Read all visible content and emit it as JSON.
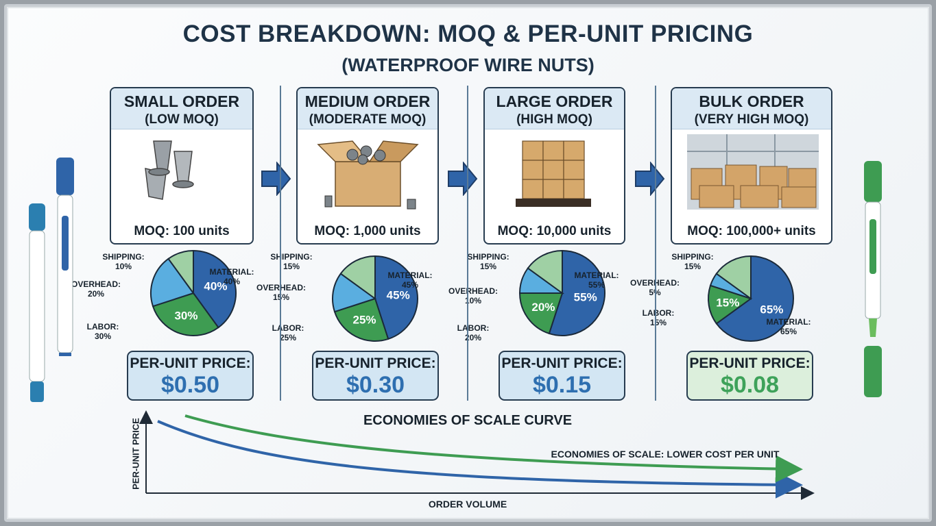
{
  "title": "COST BREAKDOWN: MOQ & PER-UNIT PRICING",
  "subtitle": "(WATERPROOF WIRE NUTS)",
  "colors": {
    "material": "#2f64a8",
    "labor": "#3e9c52",
    "overhead": "#5aaee0",
    "shipping": "#9fd0a4",
    "price_blue": "#2e6fb0",
    "price_green": "#3ea25a",
    "curve_blue": "#2f64a8",
    "curve_green": "#3e9c52"
  },
  "panels": [
    {
      "title": "SMALL ORDER",
      "subtitle": "(LOW MOQ)",
      "illustration": "wire-nuts",
      "moq": "MOQ: 100 units",
      "price_label": "PER-UNIT PRICE:",
      "price": "$0.50",
      "slices": [
        {
          "name": "MATERIAL",
          "value": 40,
          "label": "MATERIAL:",
          "pct": "40%"
        },
        {
          "name": "LABOR",
          "value": 30,
          "label": "LABOR:",
          "pct": "30%"
        },
        {
          "name": "OVERHEAD",
          "value": 20,
          "label": "OVERHEAD:",
          "pct": "20%"
        },
        {
          "name": "SHIPPING",
          "value": 10,
          "label": "SHIPPING:",
          "pct": "10%"
        }
      ]
    },
    {
      "title": "MEDIUM ORDER",
      "subtitle": "(MODERATE MOQ)",
      "illustration": "box",
      "moq": "MOQ: 1,000 units",
      "price_label": "PER-UNIT PRICE:",
      "price": "$0.30",
      "slices": [
        {
          "name": "MATERIAL",
          "value": 45,
          "label": "MATERIAL:",
          "pct": "45%"
        },
        {
          "name": "LABOR",
          "value": 25,
          "label": "LABOR:",
          "pct": "25%"
        },
        {
          "name": "OVERHEAD",
          "value": 15,
          "label": "OVERHEAD:",
          "pct": "15%"
        },
        {
          "name": "SHIPPING",
          "value": 15,
          "label": "SHIPPING:",
          "pct": "15%"
        }
      ]
    },
    {
      "title": "LARGE ORDER",
      "subtitle": "(HIGH MOQ)",
      "illustration": "pallet",
      "moq": "MOQ: 10,000 units",
      "price_label": "PER-UNIT PRICE:",
      "price": "$0.15",
      "slices": [
        {
          "name": "MATERIAL",
          "value": 55,
          "label": "MATERIAL:",
          "pct": "55%"
        },
        {
          "name": "LABOR",
          "value": 20,
          "label": "LABOR:",
          "pct": "20%"
        },
        {
          "name": "OVERHEAD",
          "value": 10,
          "label": "OVERHEAD:",
          "pct": "10%"
        },
        {
          "name": "SHIPPING",
          "value": 15,
          "label": "SHIPPING:",
          "pct": "15%"
        }
      ]
    },
    {
      "title": "BULK ORDER",
      "subtitle": "(VERY HIGH MOQ)",
      "illustration": "warehouse",
      "moq": "MOQ: 100,000+ units",
      "price_label": "PER-UNIT PRICE:",
      "price": "$0.08",
      "slices": [
        {
          "name": "MATERIAL",
          "value": 65,
          "label": "MATERIAL:",
          "pct": "65%"
        },
        {
          "name": "LABOR",
          "value": 15,
          "label": "LABOR:",
          "pct": "15%"
        },
        {
          "name": "OVERHEAD",
          "value": 5,
          "label": "OVERHEAD:",
          "pct": "5%"
        },
        {
          "name": "SHIPPING",
          "value": 15,
          "label": "SHIPPING:",
          "pct": "15%"
        }
      ]
    }
  ],
  "curve": {
    "title": "ECONOMIES OF SCALE CURVE",
    "annotation": "ECONOMIES OF SCALE: LOWER COST PER UNIT",
    "ylabel": "PER-UNIT PRICE",
    "xlabel": "ORDER VOLUME"
  }
}
